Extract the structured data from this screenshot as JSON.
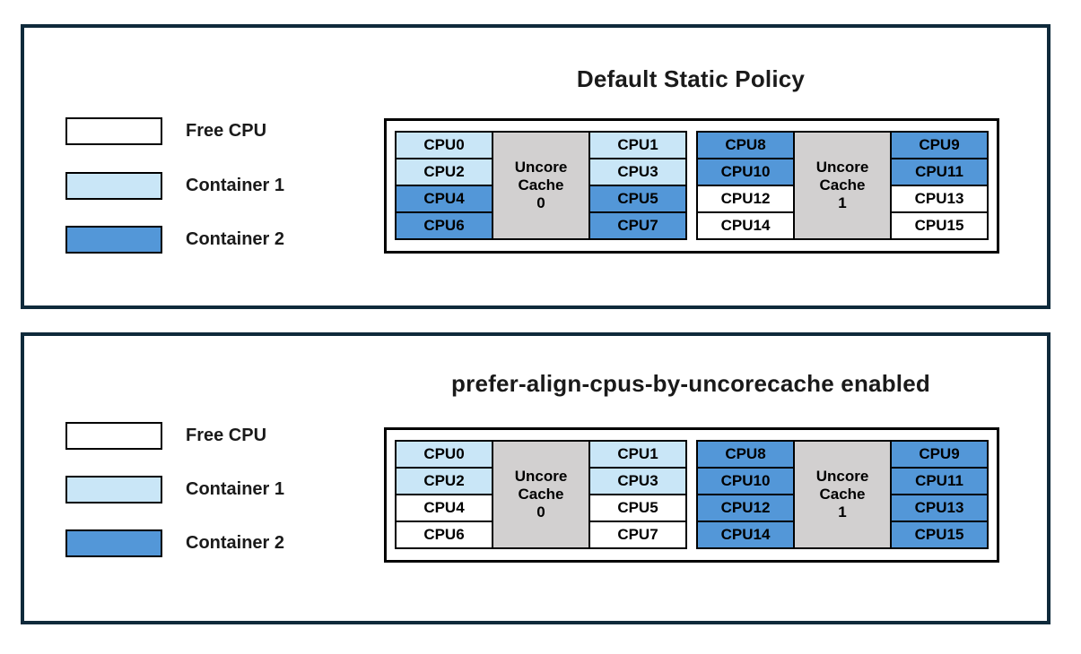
{
  "colors": {
    "free": "#ffffff",
    "container1": "#c9e6f7",
    "container2": "#5397d8",
    "uncore": "#d2d0d0",
    "frame_border": "#0f2a3b",
    "box_border": "#000000"
  },
  "legend": [
    {
      "label": "Free CPU",
      "state": "free"
    },
    {
      "label": "Container 1",
      "state": "container1"
    },
    {
      "label": "Container 2",
      "state": "container2"
    }
  ],
  "panels": [
    {
      "title": "Default Static Policy",
      "groups": [
        {
          "cache_lines": [
            "Uncore",
            "Cache",
            "0"
          ],
          "left": [
            {
              "label": "CPU0",
              "state": "container1"
            },
            {
              "label": "CPU2",
              "state": "container1"
            },
            {
              "label": "CPU4",
              "state": "container2"
            },
            {
              "label": "CPU6",
              "state": "container2"
            }
          ],
          "right": [
            {
              "label": "CPU1",
              "state": "container1"
            },
            {
              "label": "CPU3",
              "state": "container1"
            },
            {
              "label": "CPU5",
              "state": "container2"
            },
            {
              "label": "CPU7",
              "state": "container2"
            }
          ]
        },
        {
          "cache_lines": [
            "Uncore",
            "Cache",
            "1"
          ],
          "left": [
            {
              "label": "CPU8",
              "state": "container2"
            },
            {
              "label": "CPU10",
              "state": "container2"
            },
            {
              "label": "CPU12",
              "state": "free"
            },
            {
              "label": "CPU14",
              "state": "free"
            }
          ],
          "right": [
            {
              "label": "CPU9",
              "state": "container2"
            },
            {
              "label": "CPU11",
              "state": "container2"
            },
            {
              "label": "CPU13",
              "state": "free"
            },
            {
              "label": "CPU15",
              "state": "free"
            }
          ]
        }
      ]
    },
    {
      "title": "prefer-align-cpus-by-uncorecache enabled",
      "groups": [
        {
          "cache_lines": [
            "Uncore",
            "Cache",
            "0"
          ],
          "left": [
            {
              "label": "CPU0",
              "state": "container1"
            },
            {
              "label": "CPU2",
              "state": "container1"
            },
            {
              "label": "CPU4",
              "state": "free"
            },
            {
              "label": "CPU6",
              "state": "free"
            }
          ],
          "right": [
            {
              "label": "CPU1",
              "state": "container1"
            },
            {
              "label": "CPU3",
              "state": "container1"
            },
            {
              "label": "CPU5",
              "state": "free"
            },
            {
              "label": "CPU7",
              "state": "free"
            }
          ]
        },
        {
          "cache_lines": [
            "Uncore",
            "Cache",
            "1"
          ],
          "left": [
            {
              "label": "CPU8",
              "state": "container2"
            },
            {
              "label": "CPU10",
              "state": "container2"
            },
            {
              "label": "CPU12",
              "state": "container2"
            },
            {
              "label": "CPU14",
              "state": "container2"
            }
          ],
          "right": [
            {
              "label": "CPU9",
              "state": "container2"
            },
            {
              "label": "CPU11",
              "state": "container2"
            },
            {
              "label": "CPU13",
              "state": "container2"
            },
            {
              "label": "CPU15",
              "state": "container2"
            }
          ]
        }
      ]
    }
  ]
}
